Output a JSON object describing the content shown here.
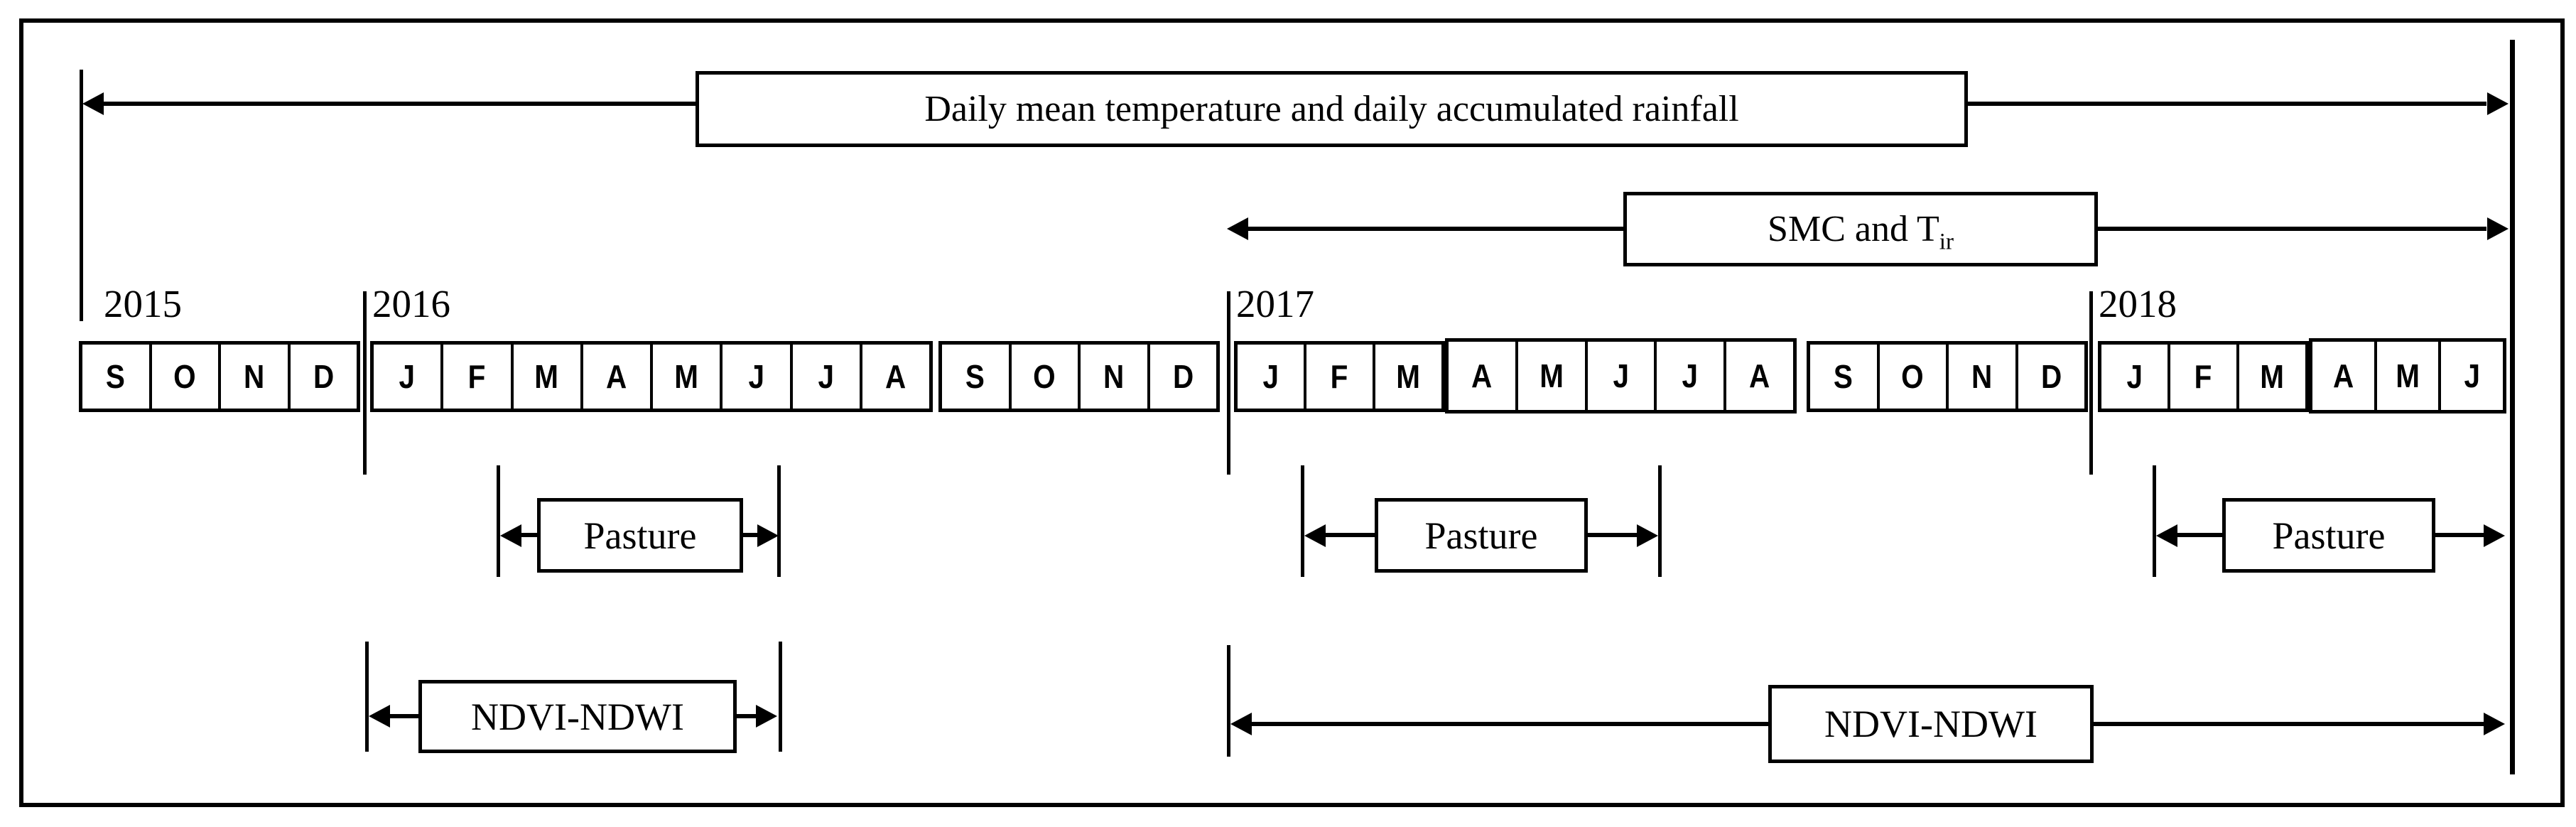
{
  "figure": {
    "description": "Timeline of field and satellite data acquisition, Sep 2015 - Jun 2018",
    "colors": {
      "ink": "#000000",
      "background": "#ffffff"
    }
  },
  "arrows": {
    "temp_rain_label": "Daily mean temperature and daily accumulated rainfall",
    "smc_label_main": "SMC and T",
    "smc_label_sub": "ir"
  },
  "timeline": {
    "year_labels": [
      "2015",
      "2016",
      "2017",
      "2018"
    ],
    "segments": [
      {
        "year": "2015",
        "months": [
          "S",
          "O",
          "N",
          "D"
        ]
      },
      {
        "year": "2016",
        "months": [
          "J",
          "F",
          "M",
          "A",
          "M",
          "J",
          "J",
          "A"
        ]
      },
      {
        "year": "2016",
        "months": [
          "S",
          "O",
          "N",
          "D"
        ]
      },
      {
        "year": "2017",
        "months": [
          "J",
          "F",
          "M"
        ]
      },
      {
        "year": "2017",
        "months": [
          "A",
          "M",
          "J",
          "J",
          "A"
        ]
      },
      {
        "year": "2017",
        "months": [
          "S",
          "O",
          "N",
          "D"
        ]
      },
      {
        "year": "2018",
        "months": [
          "J",
          "F",
          "M"
        ]
      },
      {
        "year": "2018",
        "months": [
          "A",
          "M",
          "J"
        ]
      }
    ]
  },
  "spans": {
    "pasture_label": "Pasture",
    "ndvi_label": "NDVI-NDWI"
  }
}
